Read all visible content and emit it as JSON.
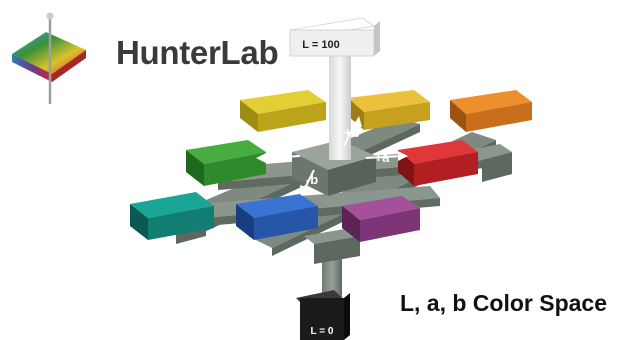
{
  "brand": {
    "name": "HunterLab"
  },
  "diagram": {
    "title": "L, a, b Color Space"
  },
  "column": {
    "top_label": "L = 100",
    "bottom_label": "L = 0"
  },
  "axes": {
    "pos_b": "+b",
    "neg_a": "-a",
    "pos_a": "+a",
    "neg_b": "-b"
  },
  "colors": {
    "top_yellow": "#d7c31e",
    "top_amber": "#e3b722",
    "top_orange": "#e7841f",
    "mid_green": "#3fa33a",
    "mid_red": "#d42c2e",
    "bot_teal": "#159a8c",
    "bot_blue": "#2f68c8",
    "bot_purple": "#97478f",
    "grid_gray": "#7e8a80",
    "column_white": "#f4f5f4",
    "column_black": "#1b1b1b"
  }
}
